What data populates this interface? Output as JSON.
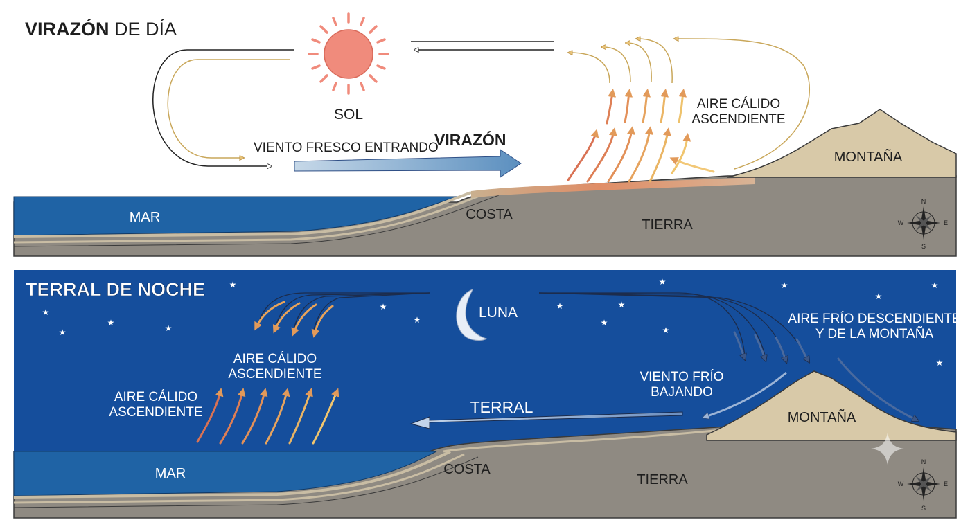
{
  "day": {
    "title_bold": "VIRAZÓN",
    "title_rest": " DE DÍA",
    "sun": "SOL",
    "wind_in": "VIENTO FRESCO ENTRANDO",
    "wind_name": "VIRAZÓN",
    "warm_air_1": "AIRE CÁLIDO",
    "warm_air_2": "ASCENDIENTE",
    "mountain": "MONTAÑA",
    "sea": "MAR",
    "coast": "COSTA",
    "land": "TIERRA"
  },
  "night": {
    "title": "TERRAL DE NOCHE",
    "moon": "LUNA",
    "warm_air_a1": "AIRE CÁLIDO",
    "warm_air_a2": "ASCENDIENTE",
    "warm_air_b1": "AIRE CÁLIDO",
    "warm_air_b2": "ASCENDIENTE",
    "cold_desc_1": "AIRE FRÍO DESCENDIENTE",
    "cold_desc_2": "Y DE LA MONTAÑA",
    "cold_wind_1": "VIENTO FRÍO",
    "cold_wind_2": "BAJANDO",
    "wind_name": "TERRAL",
    "mountain": "MONTAÑA",
    "sea": "MAR",
    "coast": "COSTA",
    "land": "TIERRA"
  },
  "compass": {
    "n": "N",
    "s": "S",
    "e": "E",
    "w": "W"
  },
  "colors": {
    "sea": "#1f63a5",
    "land": "#8f8a82",
    "mountain": "#d8c9a8",
    "night_sky": "#154e9c",
    "sun": "#f08b7c",
    "warm_arrow": "#e8a35a"
  }
}
